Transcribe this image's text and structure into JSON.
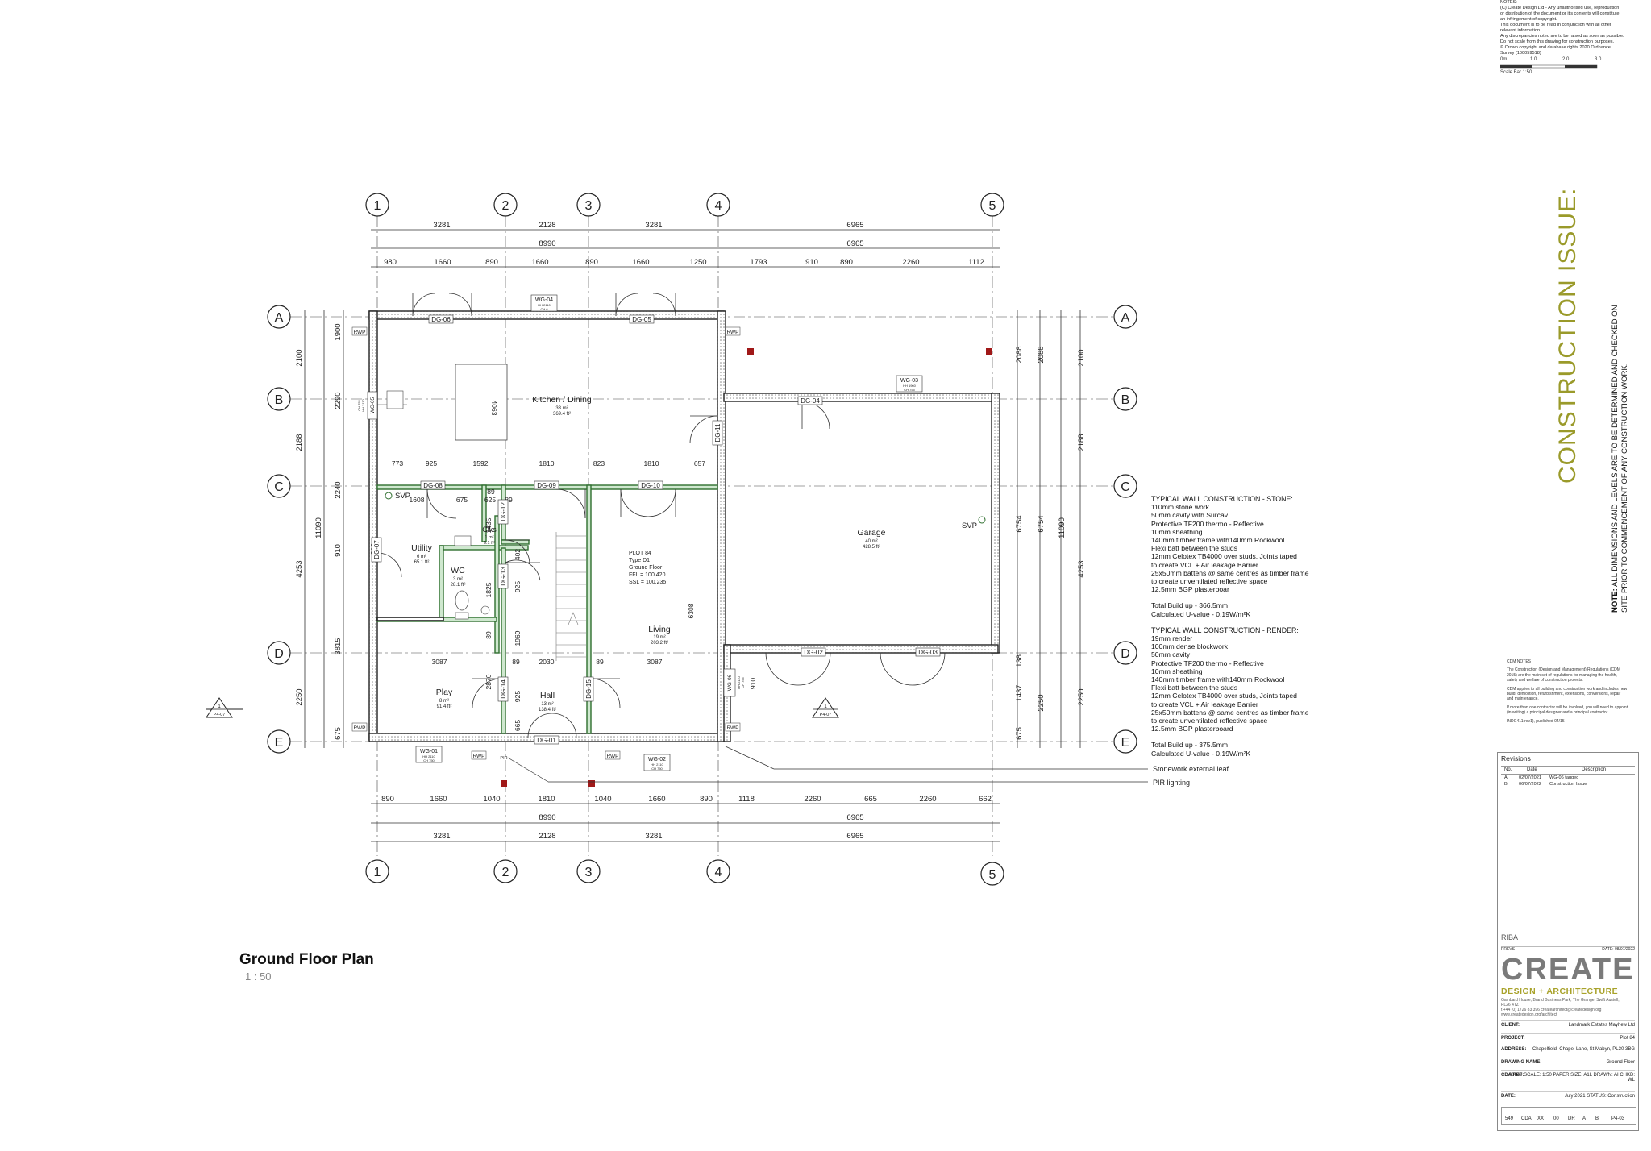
{
  "drawing": {
    "title": "Ground Floor Plan",
    "scale": "1 : 50"
  },
  "grid": {
    "columns": [
      "1",
      "2",
      "3",
      "4",
      "5"
    ],
    "rows": [
      "A",
      "B",
      "C",
      "D",
      "E"
    ]
  },
  "dimensions": {
    "top_grid": [
      "3281",
      "2128",
      "3281",
      "6965"
    ],
    "top_overall": [
      "8990",
      "6965"
    ],
    "top_detail": [
      "980",
      "1660",
      "890",
      "1660",
      "890",
      "1660",
      "1250",
      "1793",
      "910",
      "890",
      "2260",
      "1112"
    ],
    "bottom_detail": [
      "890",
      "1660",
      "1040",
      "1810",
      "1040",
      "1660",
      "890",
      "1118",
      "2260",
      "665",
      "2260",
      "662"
    ],
    "bottom_overall": [
      "8990",
      "6965"
    ],
    "bottom_grid": [
      "3281",
      "2128",
      "3281",
      "6965"
    ],
    "left_outer": [
      "2100",
      "2188",
      "4253",
      "2250"
    ],
    "left_overall": "11090",
    "left_inner": [
      "1900",
      "2290",
      "2240",
      "910",
      "3815",
      "675"
    ],
    "right_inner": [
      "2088",
      "6754",
      "138",
      "1437",
      "675"
    ],
    "right_mid": [
      "2088",
      "6754",
      "2250"
    ],
    "right_outer": [
      "2100",
      "2188",
      "4253",
      "2250"
    ],
    "right_overall": "11090",
    "interior": [
      "773",
      "925",
      "1592",
      "1810",
      "823",
      "1810",
      "657",
      "1608",
      "675",
      "625",
      "89",
      "1435",
      "89",
      "402",
      "925",
      "1825",
      "89",
      "1969",
      "89",
      "2030",
      "89",
      "3087",
      "3087",
      "2870",
      "925",
      "665",
      "6308",
      "910",
      "910",
      "4063"
    ]
  },
  "rooms": [
    {
      "id": "kitchen",
      "name": "Kitchen / Dining",
      "area": "33 m²",
      "sub": "369.4 ft²"
    },
    {
      "id": "utility",
      "name": "Utility",
      "area": "6 m²",
      "sub": "65.1 ft²"
    },
    {
      "id": "wc",
      "name": "WC",
      "area": "3 m²",
      "sub": "28.1 ft²"
    },
    {
      "id": "clks",
      "name": "Clks",
      "area": "1 m²",
      "sub": "9.1 ft²"
    },
    {
      "id": "living",
      "name": "Living",
      "area": "19 m²",
      "sub": "203.2 ft²"
    },
    {
      "id": "play",
      "name": "Play",
      "area": "8 m²",
      "sub": "91.4 ft²"
    },
    {
      "id": "hall",
      "name": "Hall",
      "area": "13 m²",
      "sub": "138.4 ft²"
    },
    {
      "id": "garage",
      "name": "Garage",
      "area": "40 m²",
      "sub": "428.5 ft²"
    }
  ],
  "plot_info": [
    "PLOT 84",
    "Type D1",
    "Ground Floor",
    "FFL = 100.420",
    "SSL = 100.235"
  ],
  "tags": {
    "doors": [
      "DG-06",
      "DG-05",
      "DG-04",
      "DG-11",
      "DG-08",
      "DG-09",
      "DG-10",
      "DG-12",
      "DG-13",
      "DG-07",
      "DG-14",
      "DG-15",
      "DG-01",
      "DG-02",
      "DG-03"
    ],
    "windows": [
      "WG-04",
      "WG-03",
      "WG-05",
      "WG-06",
      "WG-01",
      "WG-02"
    ],
    "window_sub": {
      "WG-04": "HH 2110",
      "WG-03": "HH 1960",
      "WG-05": "HH 2110",
      "WG-06": "HH 2110",
      "WG-01": "HH 2110",
      "WG-02": "HH 2110"
    },
    "window_cill": {
      "WG-04": "CH 6",
      "WG-03": "CH 755",
      "WG-05": "CH 755",
      "WG-06": "CH 755",
      "WG-01": "CH 750",
      "WG-02": "CH 750"
    },
    "rwp": "RWP",
    "svp": "SVP",
    "pir": "PIR",
    "section_id": "1",
    "section_ref": "P4-07"
  },
  "leaders": {
    "stonework": "Stonework external leaf",
    "pir": "PIR lighting"
  },
  "notes": {
    "stone_title": "TYPICAL WALL CONSTRUCTION - STONE:",
    "stone_lines": [
      "110mm stone work",
      "50mm cavity with Surcav",
      "Protective TF200 thermo - Reflective",
      "10mm sheathing",
      "140mm timber frame with140mm Rockwool",
      "Flexi batt between the studs",
      "12mm Celotex TB4000 over studs, Joints taped",
      "to create VCL + Air leakage Barrier",
      "25x50mm battens @ same centres as timber frame",
      "to create unventilated reflective space",
      "12.5mm BGP plasterboar"
    ],
    "stone_buildup": "Total Build up - 366.5mm",
    "stone_u": "Calculated U-value - 0.19W/m²K",
    "render_title": "TYPICAL WALL CONSTRUCTION - RENDER:",
    "render_lines": [
      "19mm render",
      "100mm dense blockwork",
      "50mm cavity",
      " Protective TF200 thermo - Reflective",
      "10mm sheathing",
      "140mm timber frame with140mm Rockwool",
      "Flexi batt between the studs",
      "12mm Celotex TB4000 over studs, Joints taped",
      "to create VCL + Air leakage Barrier",
      "25x50mm battens @ same centres as timber frame",
      "to create unventilated reflective space",
      "12.5mm BGP plasterboard"
    ],
    "render_buildup": "Total Build up - 375.5mm",
    "render_u": "Calculated U-value - 0.19W/m²K"
  },
  "stamp": {
    "issue": "CONSTRUCTION ISSUE:",
    "note_bold": "NOTE:",
    "note_line1": " ALL DIMENSIONS AND LEVELS ARE TO BE DETERMINED AND CHECKED ON",
    "note_line2": "SITE PRIOR TO COMMENCEMENT OF ANY CONSTRUCTION WORK."
  },
  "titleblock_notes": [
    "NOTES:",
    "(C) Create Design Ltd - Any unauthorised use, reproduction",
    "or distribution of the document or it's contents will constitute",
    "an infringement of copyright.",
    "This document is to be read in conjunction with all other",
    "relevant information.",
    "Any discrepancies noted are to be raised as soon as possible.",
    "Do not scale from this drawing for construction purposes.",
    "",
    "© Crown copyright and database rights 2020 Ordnance",
    "Survey (100059518)"
  ],
  "scalebar": {
    "labels": [
      "0m",
      "1.0",
      "2.0",
      "3.0"
    ],
    "caption": "Scale Bar 1:50"
  },
  "cdm": [
    "CDM NOTES",
    "",
    "The Construction (Design and Management) Regulations (CDM",
    "2015) are the main set of regulations for managing the health,",
    "safety and welfare of construction projects.",
    "",
    "CDM applies to all building and construction work and includes new",
    "build, demolition, refurbishment, extensions, conversions, repair",
    "and maintenance.",
    "",
    "If more than one contractor will be involved, you will need to appoint",
    "(in writing) a principal designer and a principal contractor.",
    "",
    "INDG411(rev1), published 04/15"
  ],
  "revisions": {
    "title": "Revisions",
    "headers": [
      "No.",
      "Date",
      "Description"
    ],
    "rows": [
      {
        "no": "A",
        "date": "02/07/2021",
        "desc": "WG-06 tagged"
      },
      {
        "no": "B",
        "date": "06/07/2022",
        "desc": "Construction Issue"
      }
    ]
  },
  "titleblock": {
    "logos": "RIBA",
    "prev": "PREVS",
    "date_label": "DATE: 08/07/2022",
    "company": "CREATE",
    "tagline": "DESIGN + ARCHITECTURE",
    "address": [
      "Gambard House, Brand Business Park, The Grange, Swift Austell,",
      "PL26 4TZ",
      "t +44 (0) 1726 83 396   createarchitect@createdesign.org",
      "www.createdesign.org/architect"
    ],
    "fields": [
      {
        "k": "CLIENT:",
        "v": "Landmark Estates Mayhew Ltd"
      },
      {
        "k": "PROJECT:",
        "v": "Plot 84"
      },
      {
        "k": "ADDRESS:",
        "v": "Chapelfield, Chapel Lane, St Mabyn, PL30 3BG"
      },
      {
        "k": "DRAWING NAME:",
        "v": "Ground Floor"
      },
      {
        "k": "CDA REF:",
        "v": "00049   SCALE: 1:50   PAPER SIZE: A1L   DRAWN: AI   CHKD: WL"
      },
      {
        "k": "DATE:",
        "v": "July 2021   STATUS: Construction"
      }
    ],
    "number_cells": [
      "549",
      "CDA",
      "XX",
      "00",
      "DR",
      "A",
      "B",
      "P4-03"
    ]
  }
}
